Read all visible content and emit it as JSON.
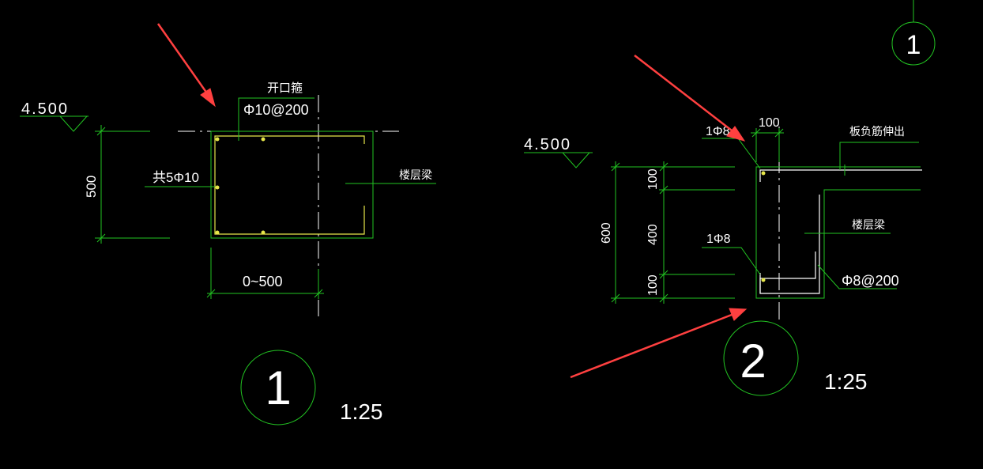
{
  "detail1": {
    "elevation": "4.500",
    "stirrup_label": "开口箍",
    "stirrup_spec": "Φ10@200",
    "side_bars": "共5Φ10",
    "height_dim": "500",
    "width_dim": "0~500",
    "beam_label": "楼层梁",
    "number": "1",
    "scale": "1:25"
  },
  "detail2": {
    "elevation": "4.500",
    "top_bar": "1Φ8",
    "width_dim": "100",
    "slab_label": "板负筋伸出",
    "dim_top": "100",
    "dim_mid": "400",
    "dim_bottom": "100",
    "dim_total": "600",
    "bottom_bar": "1Φ8",
    "beam_label": "楼层梁",
    "stirrup_spec": "Φ8@200",
    "number": "2",
    "scale": "1:25"
  },
  "corner_marker": "1",
  "colors": {
    "background": "#000000",
    "lines": "#22c322",
    "text": "#ffffff",
    "rebar": "#e6e64a",
    "annotation_arrow": "#ff4040"
  }
}
